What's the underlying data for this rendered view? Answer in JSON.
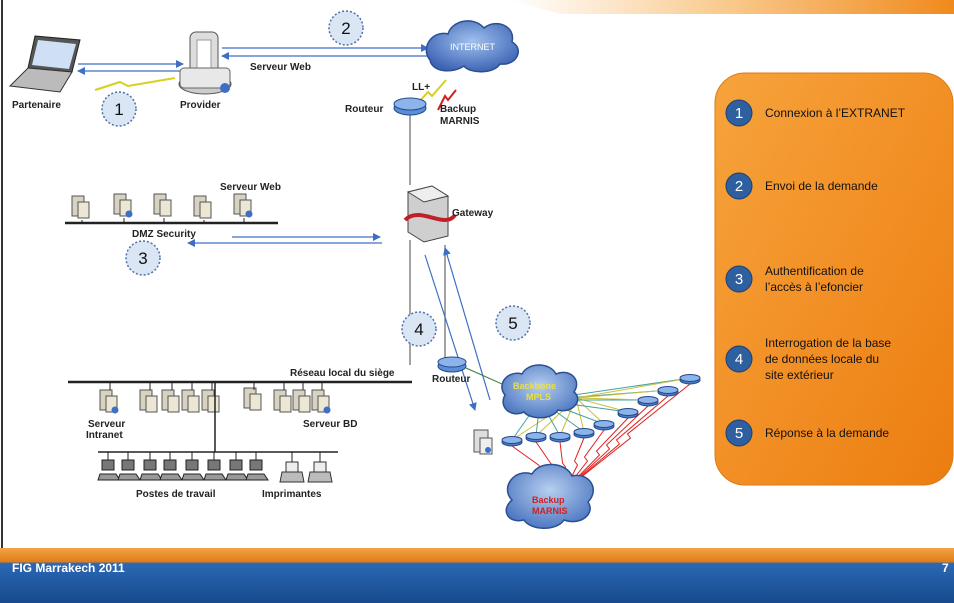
{
  "diagram": {
    "labels": {
      "partenaire": "Partenaire",
      "provider": "Provider",
      "serveur_web_top": "Serveur Web",
      "internet": "INTERNET",
      "ll_plus": "LL+",
      "backup_top_1": "Backup",
      "backup_top_2": "MARNIS",
      "routeur_top": "Routeur",
      "serveur_web_dmz": "Serveur Web",
      "dmz_security": "DMZ Security",
      "gateway": "Gateway",
      "reseau_local": "Réseau local du siège",
      "routeur_bottom": "Routeur",
      "backbone_1": "Backbone",
      "backbone_2": "MPLS",
      "serveur_intranet_1": "Serveur",
      "serveur_intranet_2": "Intranet",
      "serveur_bd": "Serveur BD",
      "postes_travail": "Postes de travail",
      "imprimantes": "Imprimantes",
      "backup_bottom_1": "Backup",
      "backup_bottom_2": "MARNIS"
    },
    "steps": [
      "1",
      "2",
      "3",
      "4",
      "5"
    ]
  },
  "legend": {
    "items": [
      {
        "num": "1",
        "lines": [
          "Connexion à l’EXTRANET"
        ]
      },
      {
        "num": "2",
        "lines": [
          "Envoi de la demande"
        ]
      },
      {
        "num": "3",
        "lines": [
          "Authentification de",
          "l’accès à l’efoncier"
        ]
      },
      {
        "num": "4",
        "lines": [
          "Interrogation de la base",
          "de données locale du",
          "site extérieur"
        ]
      },
      {
        "num": "5",
        "lines": [
          "Réponse  à la demande"
        ]
      }
    ]
  },
  "footer": {
    "title": "FIG Marrakech 2011",
    "page_number": "7"
  },
  "colors": {
    "accent_orange": "#f08a1c",
    "step_circle": "#dbe6f5",
    "legend_circle": "#2e5f9e",
    "footer_blue": "#1e5da8",
    "arrow_blue": "#3f6fc4",
    "backup_red": "#e02020"
  }
}
